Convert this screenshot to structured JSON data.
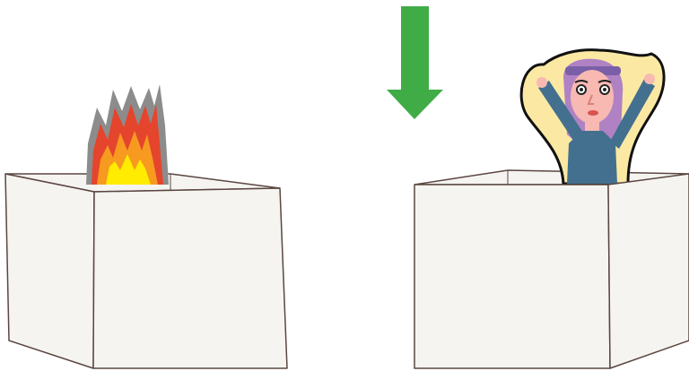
{
  "scene": {
    "colors": {
      "background": "#ffffff",
      "box_face": "#f5f4f1",
      "box_edge": "#5b4641",
      "flame_outer": "#8c8c8c",
      "flame_red": "#e5452c",
      "flame_orange": "#f79a20",
      "flame_yellow": "#ffec00",
      "arrow": "#3fac46",
      "person_halo": "#fbe9a3",
      "person_outline": "#111111",
      "person_skin": "#f7b9b2",
      "person_hair": "#b082c4",
      "person_headband": "#7a5fa8",
      "person_clothes": "#43708f"
    },
    "objects": [
      {
        "name": "box-with-fire",
        "icon": "open-cardboard-box"
      },
      {
        "name": "fire",
        "icon": "flame-icon"
      },
      {
        "name": "arrow",
        "icon": "arrow-down-icon"
      },
      {
        "name": "box-with-person",
        "icon": "open-cardboard-box"
      },
      {
        "name": "person",
        "icon": "person-arms-raised-icon"
      }
    ]
  }
}
